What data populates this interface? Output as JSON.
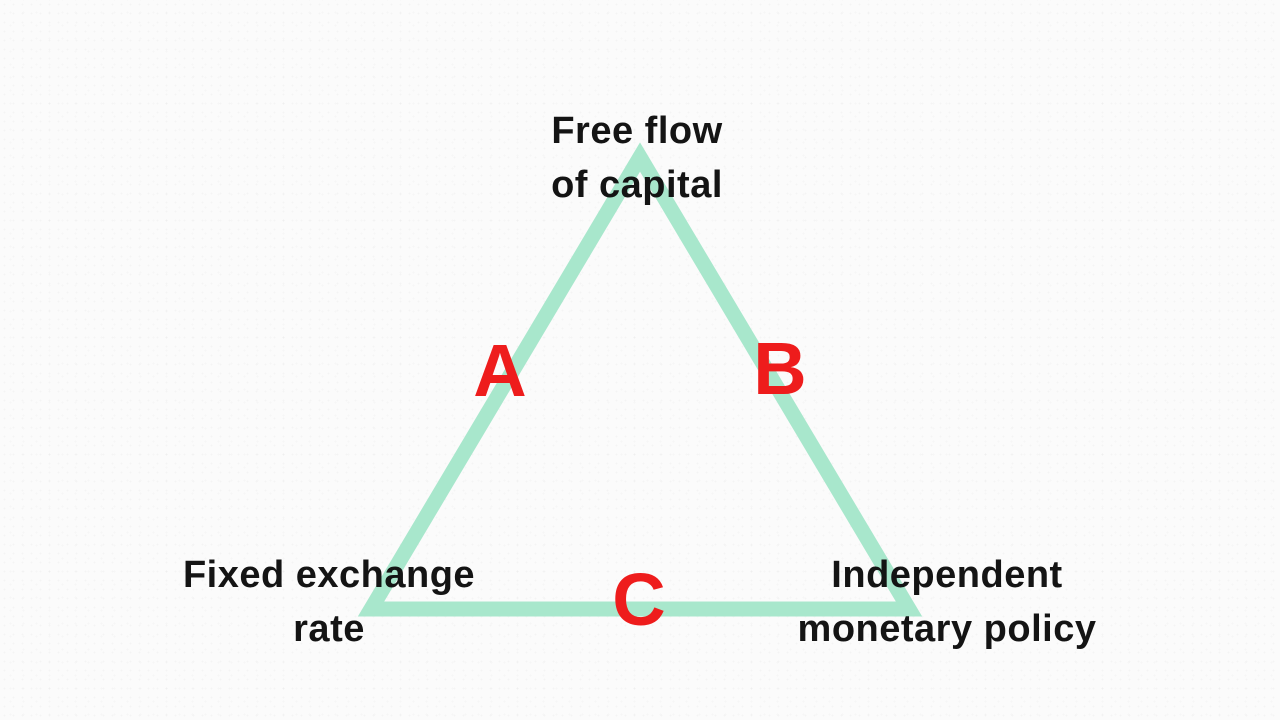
{
  "diagram": {
    "type": "triangle-trilemma",
    "vertex_labels": {
      "top": {
        "line1": "Free flow",
        "line2": "of capital"
      },
      "bottom_left": {
        "line1": "Fixed exchange",
        "line2": "rate"
      },
      "bottom_right": {
        "line1": "Independent",
        "line2": "monetary policy"
      }
    },
    "edge_labels": {
      "left_edge": "A",
      "right_edge": "B",
      "bottom_edge": "C"
    },
    "colors": {
      "triangle_stroke": "#a8e7cc",
      "edge_letter": "#ee1c1c",
      "label_text": "#141414",
      "background": "#fbfbfb"
    }
  }
}
